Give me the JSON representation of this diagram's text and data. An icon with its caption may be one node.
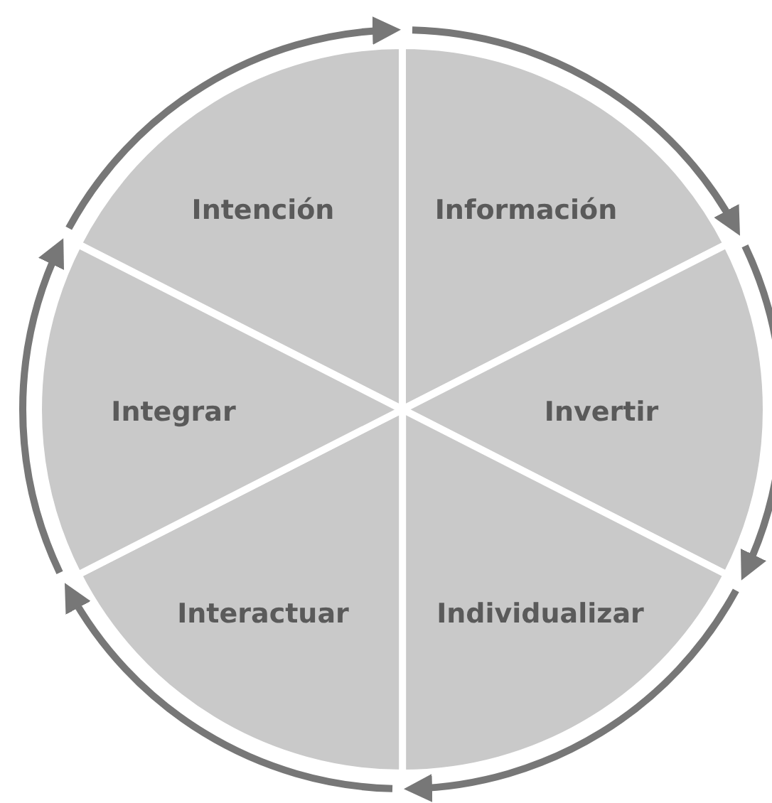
{
  "diagram": {
    "nodes": [
      {
        "text": [
          "Intención"
        ]
      },
      {
        "text": [
          "Información"
        ]
      },
      {
        "text": [
          "Invertir"
        ]
      },
      {
        "text": [
          "Individualizar"
        ]
      },
      {
        "text": [
          "Interactuar"
        ]
      },
      {
        "text": [
          "Integrar"
        ]
      }
    ],
    "edges": [
      {
        "from": 0,
        "to": 1,
        "arrow": "to"
      },
      {
        "from": 1,
        "to": 2,
        "arrow": "to"
      },
      {
        "from": 2,
        "to": 3,
        "arrow": "to"
      },
      {
        "from": 3,
        "to": 4,
        "arrow": "to"
      },
      {
        "from": 4,
        "to": 5,
        "arrow": "to"
      },
      {
        "from": 5,
        "to": 0,
        "arrow": "to"
      }
    ]
  }
}
